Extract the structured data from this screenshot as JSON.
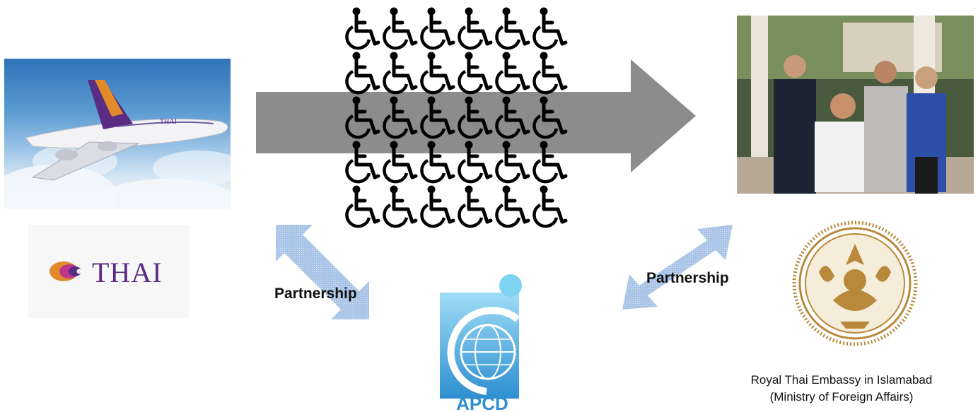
{
  "labels": {
    "partnership_left": "Partnership",
    "partnership_right": "Partnership"
  },
  "logos": {
    "thai_wordmark": "THAI",
    "apcd_wordmark": "APCD"
  },
  "caption": {
    "line1": "Royal Thai Embassy in Islamabad",
    "line2": "(Ministry of Foreign Affairs)"
  },
  "colors": {
    "arrow_gray": "#8c8c8c",
    "partnership_arrow": "#a9c4e6",
    "thai_purple": "#5b2c83",
    "thai_orange": "#e08a2a",
    "apcd_blue": "#2e8fd0",
    "seal_gold": "#b8893a"
  },
  "icons": {
    "wheelchair_count": 30
  }
}
